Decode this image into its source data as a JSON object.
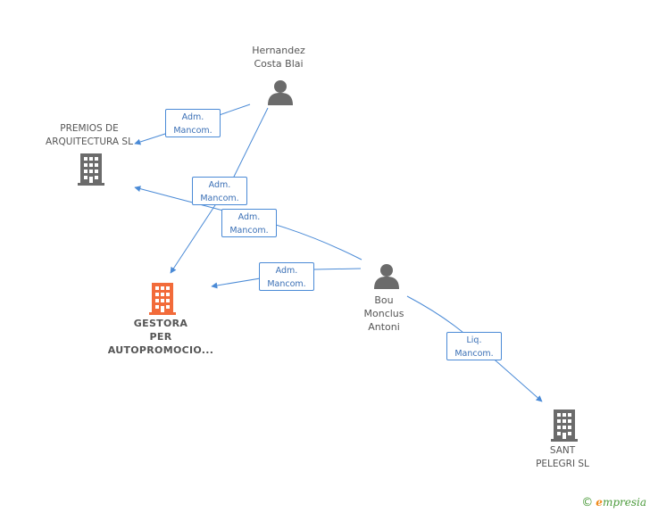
{
  "nodes": {
    "hernandez": {
      "lines": [
        "Hernandez",
        "Costa Blai"
      ],
      "type": "person"
    },
    "premios": {
      "lines": [
        "PREMIOS DE",
        "ARQUITECTURA SL"
      ],
      "type": "company"
    },
    "gestora": {
      "lines": [
        "GESTORA",
        "PER",
        "AUTOPROMOCIO..."
      ],
      "type": "company-main"
    },
    "bou": {
      "lines": [
        "Bou",
        "Monclus",
        "Antoni"
      ],
      "type": "person"
    },
    "sant": {
      "lines": [
        "SANT",
        "PELEGRI SL"
      ],
      "type": "company"
    }
  },
  "edges": [
    {
      "from": "hernandez",
      "to": "premios",
      "lines": [
        "Adm.",
        "Mancom."
      ]
    },
    {
      "from": "hernandez",
      "to": "gestora",
      "lines": [
        "Adm.",
        "Mancom."
      ]
    },
    {
      "from": "bou",
      "to": "premios",
      "lines": [
        "Adm.",
        "Mancom."
      ]
    },
    {
      "from": "bou",
      "to": "gestora",
      "lines": [
        "Adm.",
        "Mancom."
      ]
    },
    {
      "from": "bou",
      "to": "sant",
      "lines": [
        "Liq.",
        "Mancom."
      ]
    }
  ],
  "colors": {
    "edge": "#4a8ad6",
    "icon": "#6b6b6b",
    "main_icon": "#f26b3a"
  },
  "brand": {
    "copyright": "©",
    "first_letter": "e",
    "rest": "mpresia"
  }
}
